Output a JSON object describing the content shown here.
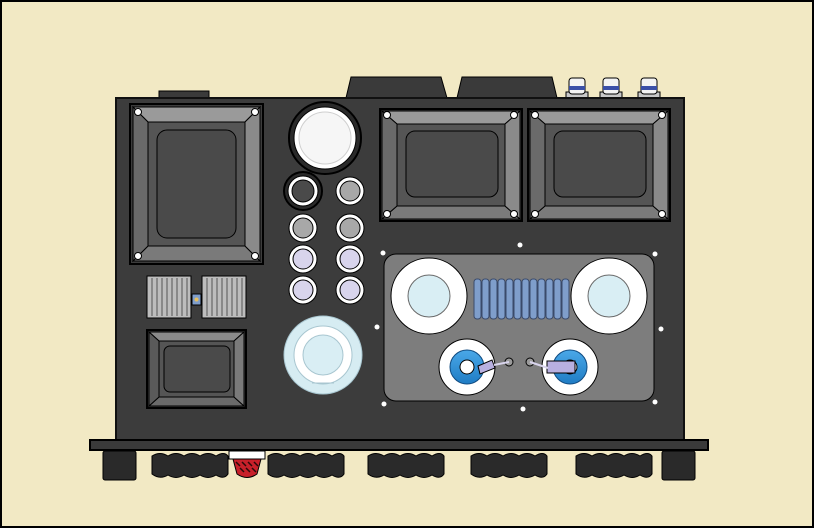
{
  "colors": {
    "background": "#f2e9c4",
    "frame": "#000000",
    "chassis": "#3c3c3c",
    "chassis_edge": "#111111",
    "transformer_light": "#8a8a8a",
    "transformer_mid": "#6a6a6a",
    "transformer_core": "#555555",
    "panel": "#7d7d7d",
    "knob_white": "#ffffff",
    "knob_face": "#d9eef4",
    "vent_blue": "#7f9ecb",
    "tube_lavender": "#d8d4ec",
    "tube_grey": "#a3a3a3",
    "meter_blue": "#1f8fd6",
    "switch_red": "#c8202a",
    "foot": "#2a2a2a"
  },
  "components": [
    {
      "name": "power-transformer",
      "kind": "transformer"
    },
    {
      "name": "output-transformer-left",
      "kind": "transformer"
    },
    {
      "name": "output-transformer-right",
      "kind": "transformer"
    },
    {
      "name": "choke-transformer",
      "kind": "transformer"
    },
    {
      "name": "large-capacitor",
      "kind": "capacitor"
    },
    {
      "name": "filter-capacitor",
      "kind": "capacitor"
    },
    {
      "name": "tube-sockets",
      "kind": "tube",
      "count": 8
    },
    {
      "name": "heatsink",
      "kind": "heatsink"
    },
    {
      "name": "control-panel",
      "kind": "panel"
    },
    {
      "name": "volume-knobs",
      "kind": "knob",
      "count": 2
    },
    {
      "name": "bias-meters",
      "kind": "meter",
      "count": 2
    },
    {
      "name": "rca-jacks",
      "kind": "connector",
      "count": 3
    },
    {
      "name": "speaker-terminals",
      "kind": "connector",
      "count": 2
    },
    {
      "name": "power-switch",
      "kind": "switch"
    },
    {
      "name": "feet",
      "kind": "foot",
      "count": 7
    }
  ]
}
